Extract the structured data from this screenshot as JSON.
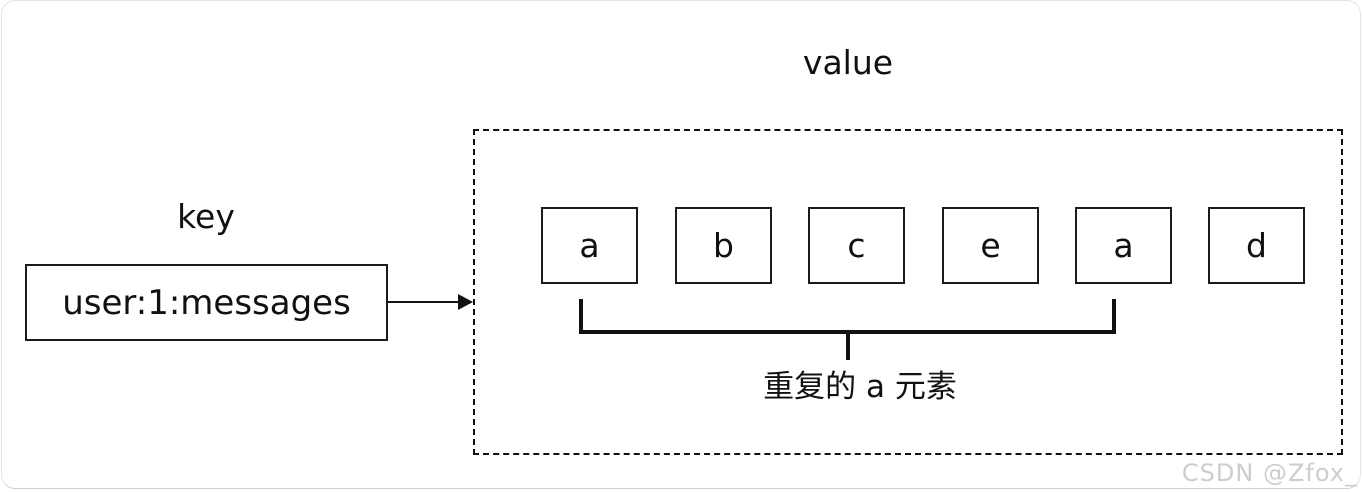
{
  "diagram": {
    "key": {
      "label": "key",
      "box_text": "user:1:messages"
    },
    "value": {
      "label": "value",
      "elements": [
        "a",
        "b",
        "c",
        "e",
        "a",
        "d"
      ],
      "annotation": "重复的 a 元素",
      "annotation_span": {
        "from_index": 0,
        "to_index": 4
      }
    },
    "colors": {
      "line": "#111111",
      "box_border": "#1b1b1b",
      "background": "#ffffff",
      "card_border": "#e4e4e4",
      "watermark": "#cdcdcd"
    }
  },
  "page": {
    "watermark": "CSDN @Zfox_"
  }
}
